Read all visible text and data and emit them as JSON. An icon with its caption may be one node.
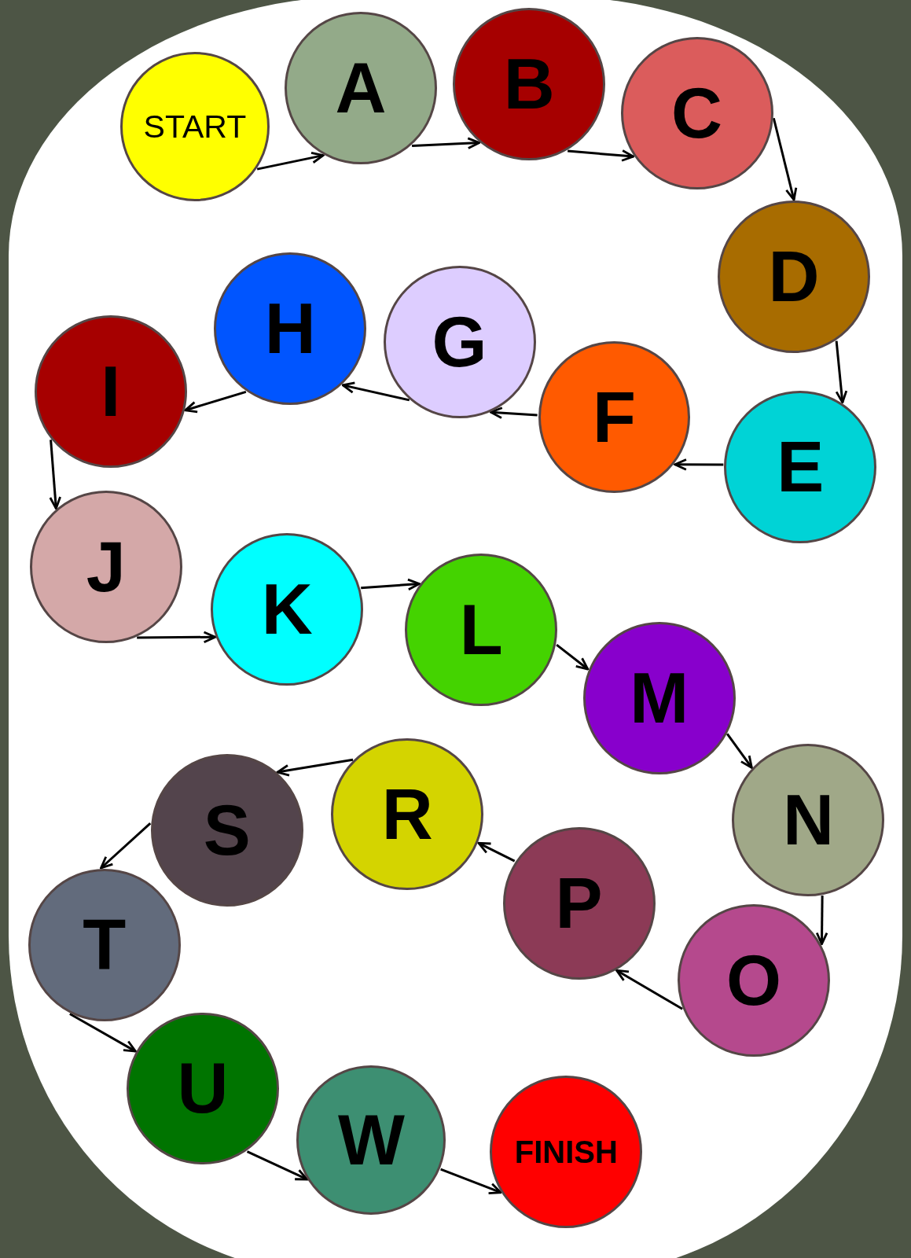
{
  "diagram": {
    "nodes": [
      {
        "text": [
          "START"
        ]
      },
      {
        "text": [
          "A"
        ]
      },
      {
        "text": [
          "B"
        ]
      },
      {
        "text": [
          "C"
        ]
      },
      {
        "text": [
          "D"
        ]
      },
      {
        "text": [
          "E"
        ]
      },
      {
        "text": [
          "F"
        ]
      },
      {
        "text": [
          "G"
        ]
      },
      {
        "text": [
          "H"
        ]
      },
      {
        "text": [
          "I"
        ]
      },
      {
        "text": [
          "J"
        ]
      },
      {
        "text": [
          "K"
        ]
      },
      {
        "text": [
          "L"
        ]
      },
      {
        "text": [
          "M"
        ]
      },
      {
        "text": [
          "N"
        ]
      },
      {
        "text": [
          "O"
        ]
      },
      {
        "text": [
          "P"
        ]
      },
      {
        "text": [
          "R"
        ]
      },
      {
        "text": [
          "S"
        ]
      },
      {
        "text": [
          "T"
        ]
      },
      {
        "text": [
          "U"
        ]
      },
      {
        "text": [
          "W"
        ]
      },
      {
        "text": [
          "FINISH"
        ]
      }
    ],
    "edges": [
      {
        "from": 0,
        "to": 1,
        "arrow": "to"
      },
      {
        "from": 1,
        "to": 2,
        "arrow": "to"
      },
      {
        "from": 2,
        "to": 3,
        "arrow": "to"
      },
      {
        "from": 3,
        "to": 4,
        "arrow": "to"
      },
      {
        "from": 4,
        "to": 5,
        "arrow": "to"
      },
      {
        "from": 5,
        "to": 6,
        "arrow": "to"
      },
      {
        "from": 6,
        "to": 7,
        "arrow": "to"
      },
      {
        "from": 7,
        "to": 8,
        "arrow": "to"
      },
      {
        "from": 8,
        "to": 9,
        "arrow": "to"
      },
      {
        "from": 9,
        "to": 10,
        "arrow": "to"
      },
      {
        "from": 10,
        "to": 11,
        "arrow": "to"
      },
      {
        "from": 11,
        "to": 12,
        "arrow": "to"
      },
      {
        "from": 12,
        "to": 13,
        "arrow": "to"
      },
      {
        "from": 13,
        "to": 14,
        "arrow": "to"
      },
      {
        "from": 14,
        "to": 15,
        "arrow": "to"
      },
      {
        "from": 15,
        "to": 16,
        "arrow": "to"
      },
      {
        "from": 16,
        "to": 17,
        "arrow": "to"
      },
      {
        "from": 17,
        "to": 18,
        "arrow": "to"
      },
      {
        "from": 18,
        "to": 19,
        "arrow": "to"
      },
      {
        "from": 19,
        "to": 20,
        "arrow": "to"
      },
      {
        "from": 20,
        "to": 21,
        "arrow": "to"
      },
      {
        "from": 21,
        "to": 22,
        "arrow": "to"
      }
    ]
  }
}
